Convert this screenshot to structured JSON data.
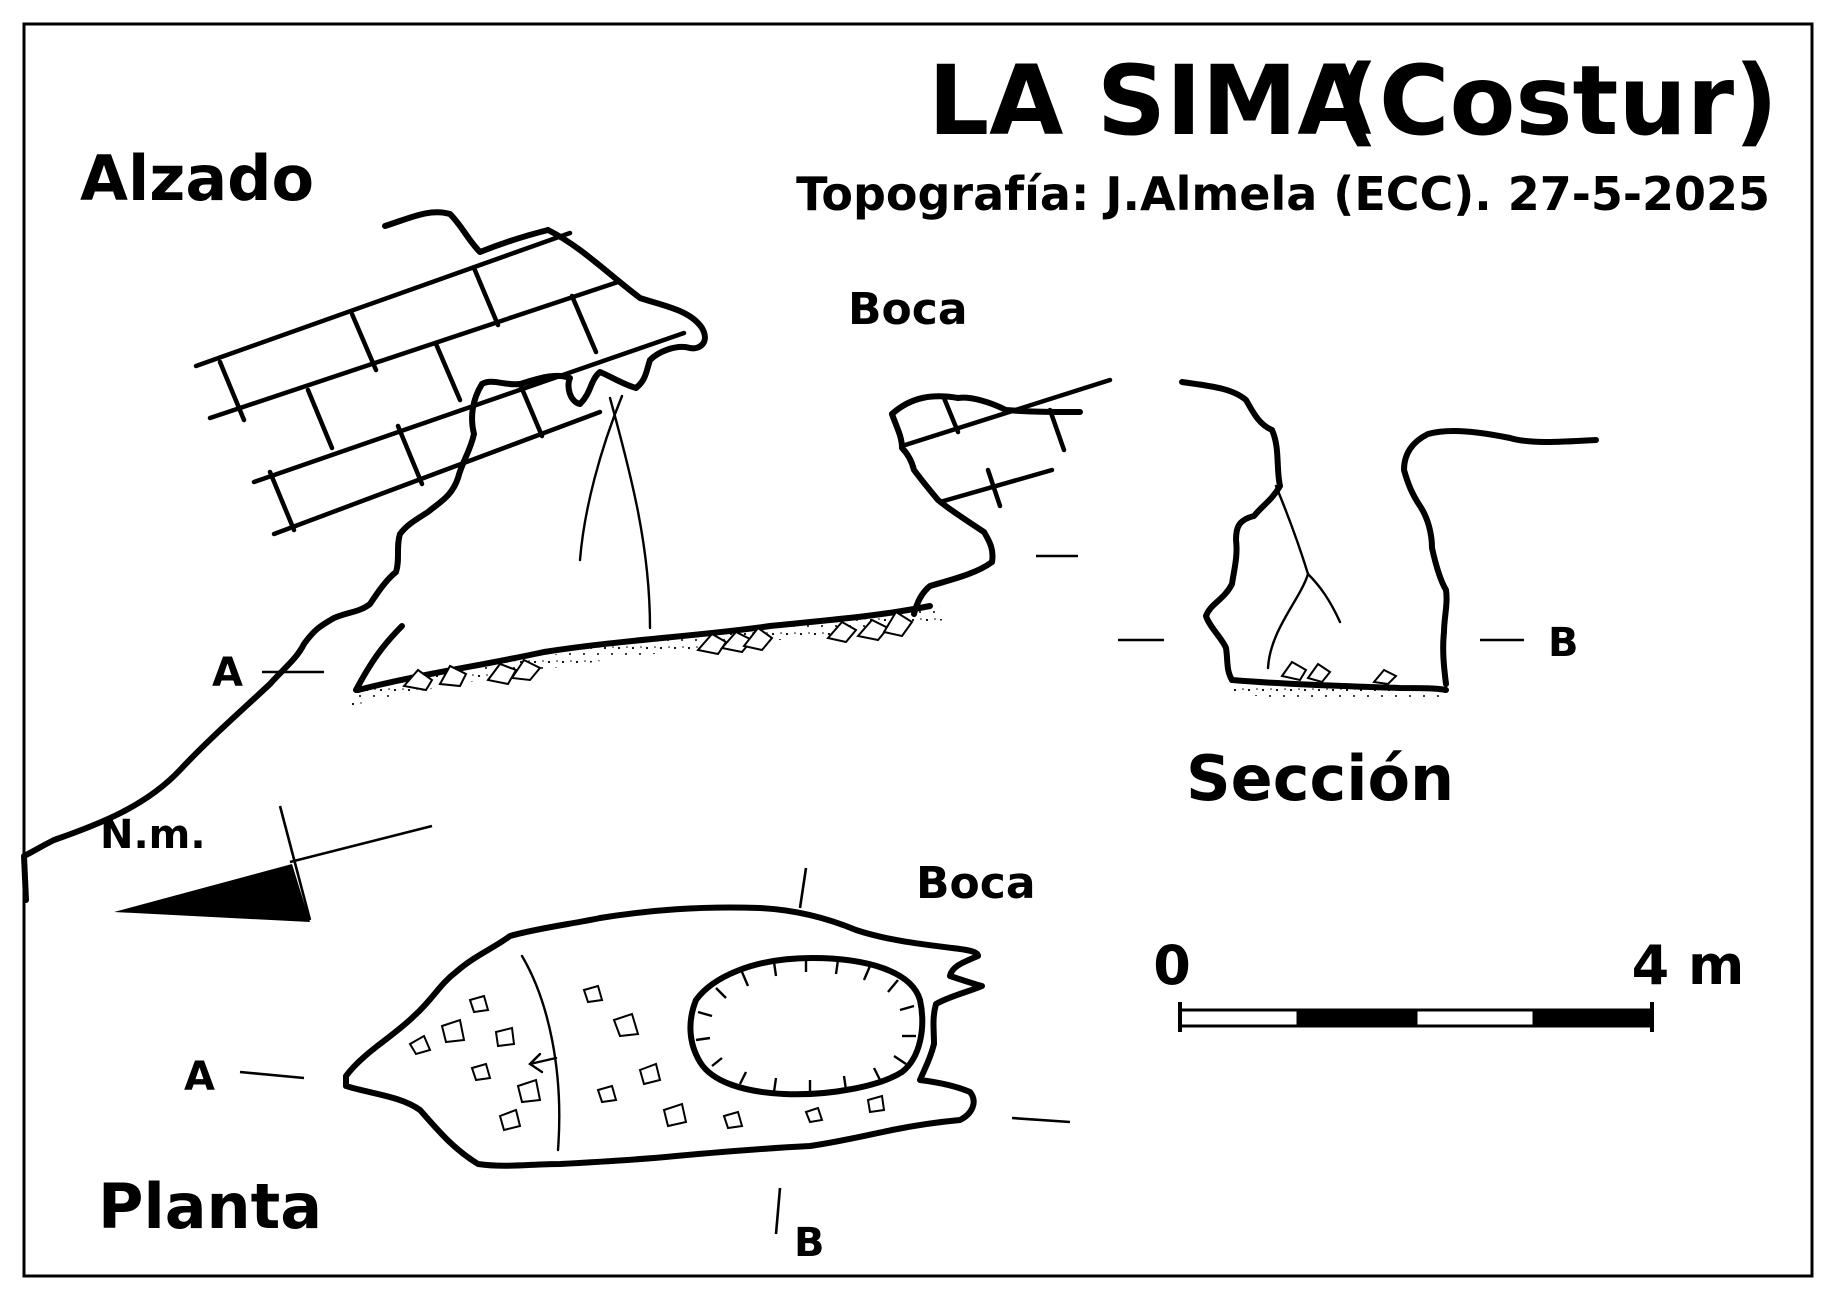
{
  "title": "LA SIMA",
  "title_location": "(Costur)",
  "credits": "Topografía: J.Almela (ECC). 27-5-2025",
  "views": {
    "elevation": "Alzado",
    "section": "Sección",
    "plan": "Planta"
  },
  "entrance_label": "Boca",
  "section_markers": {
    "a": "A",
    "b": "B"
  },
  "north_label": "N.m.",
  "scale": {
    "start_label": "0",
    "end_label": "4 m",
    "length_m": 4,
    "segments": 4
  },
  "colors": {
    "ink": "#000000",
    "paper": "#ffffff"
  }
}
